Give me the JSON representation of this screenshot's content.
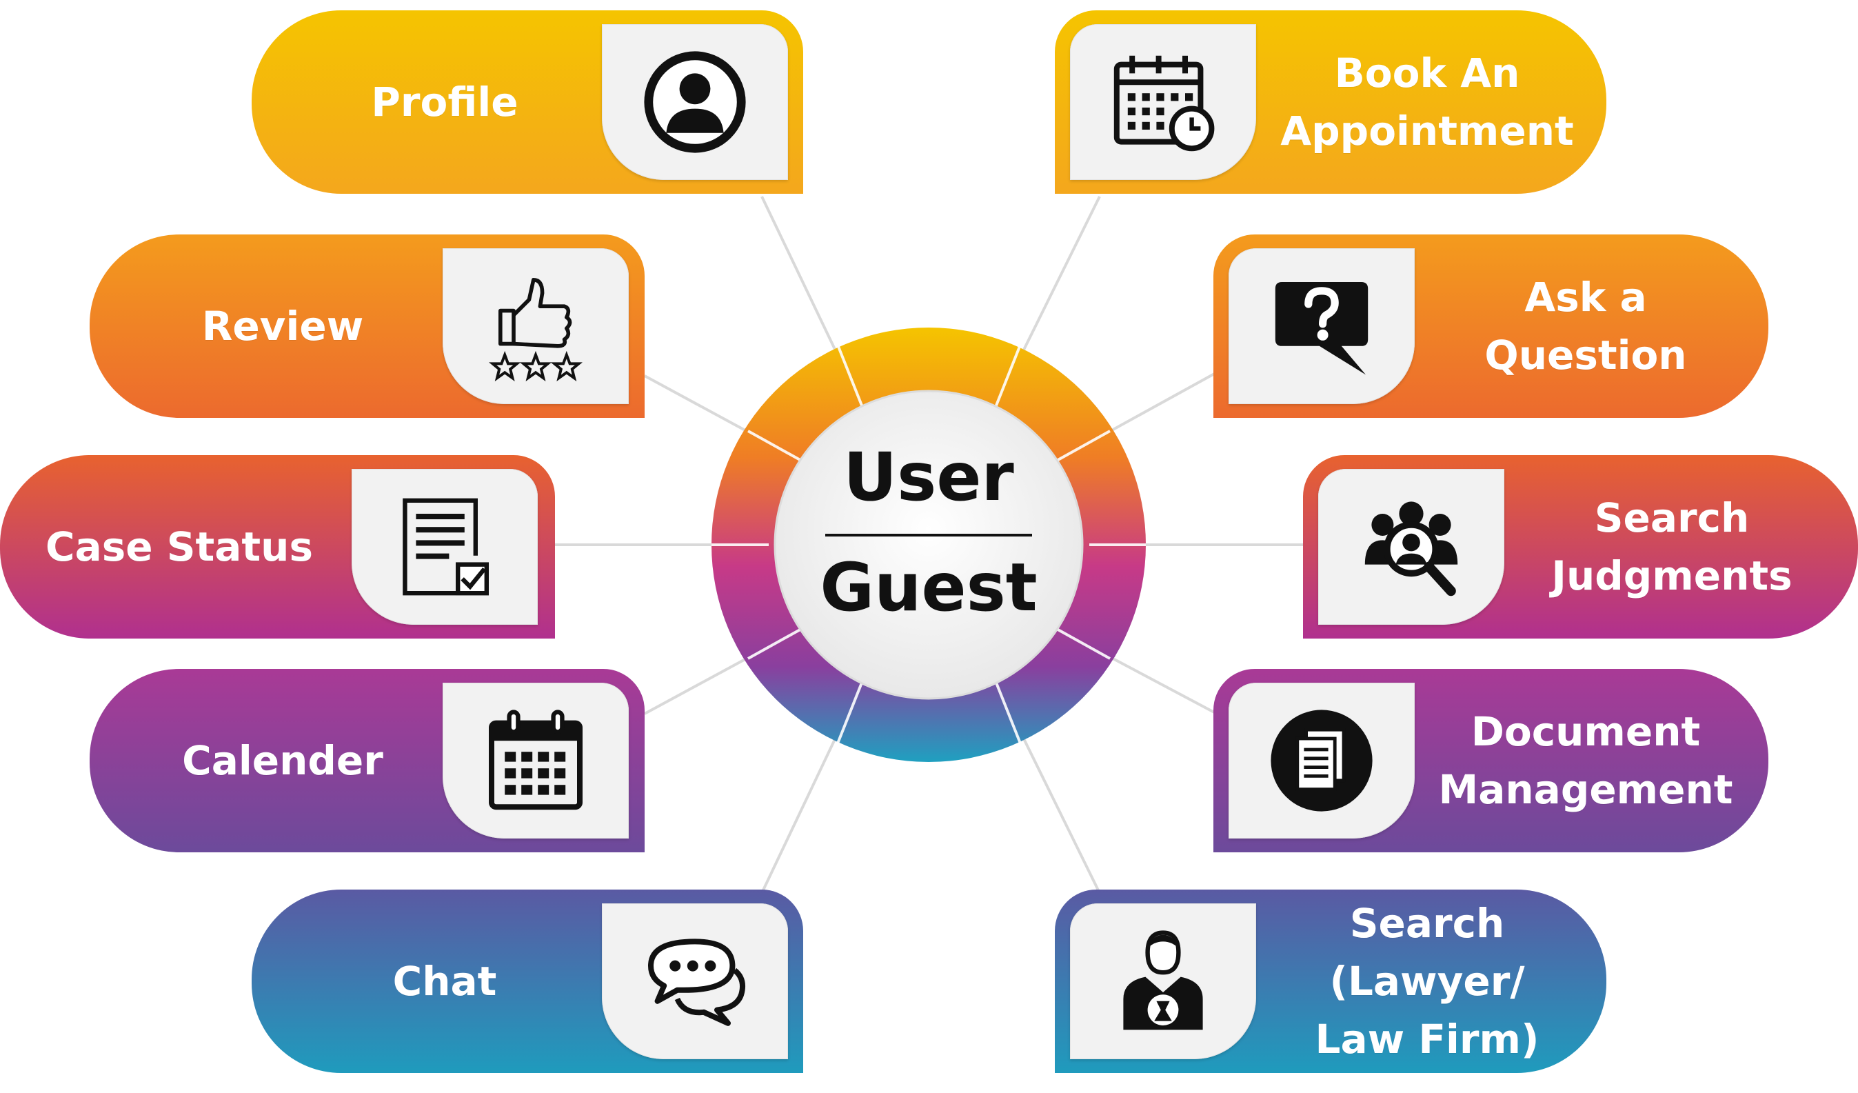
{
  "center": {
    "line1": "User",
    "line2": "Guest"
  },
  "features_left": [
    {
      "label": "Profile",
      "icon": "user-icon",
      "color_start": "#f5c400",
      "color_end": "#f4a71d"
    },
    {
      "label": "Review",
      "icon": "thumbs-up-rating-icon",
      "color_start": "#f49b1d",
      "color_end": "#ec6a2e"
    },
    {
      "label": "Case Status",
      "icon": "document-check-icon",
      "color_start": "#e8622f",
      "color_end": "#b0308f"
    },
    {
      "label": "Calender",
      "icon": "calendar-icon",
      "color_start": "#a93a96",
      "color_end": "#6c4a9b"
    },
    {
      "label": "Chat",
      "icon": "chat-bubbles-icon",
      "color_start": "#5a5aa3",
      "color_end": "#1f9bbd"
    }
  ],
  "features_right": [
    {
      "label": "Book An\nAppointment",
      "icon": "calendar-clock-icon",
      "color_start": "#f5c400",
      "color_end": "#f4a71d"
    },
    {
      "label": "Ask a\nQuestion",
      "icon": "question-bubble-icon",
      "color_start": "#f49b1d",
      "color_end": "#ec6a2e"
    },
    {
      "label": "Search\nJudgments",
      "icon": "people-search-icon",
      "color_start": "#e8622f",
      "color_end": "#b0308f"
    },
    {
      "label": "Document\nManagement",
      "icon": "documents-icon",
      "color_start": "#a93a96",
      "color_end": "#6c4a9b"
    },
    {
      "label": "Search (Lawyer/\nLaw Firm)",
      "icon": "lawyer-icon",
      "color_start": "#5a5aa3",
      "color_end": "#1f9bbd"
    }
  ],
  "ring_colors": [
    "#f5c400",
    "#ef7d25",
    "#c73a87",
    "#8a3f9e",
    "#1fa0c0"
  ]
}
